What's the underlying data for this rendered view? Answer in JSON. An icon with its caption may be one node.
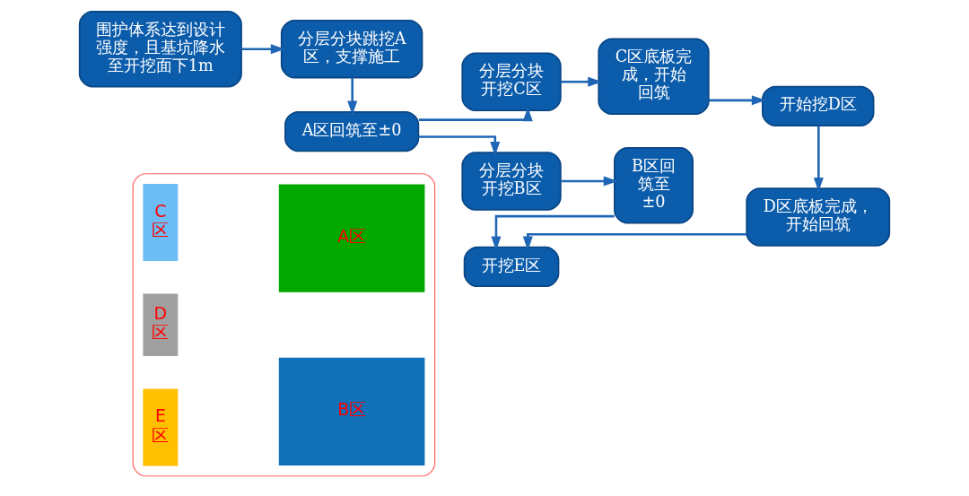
{
  "diagram": {
    "nodes": [
      {
        "text": [
          "围护体系达到设计强度，且基坑降水至开挖面下1m"
        ]
      },
      {
        "text": [
          "分层分块跳挖A区，支撑施工"
        ]
      },
      {
        "text": [
          "A区回筑至±0"
        ]
      },
      {
        "text": [
          "分层分块开挖C区"
        ]
      },
      {
        "text": [
          "C区底板完成，开始回筑"
        ]
      },
      {
        "text": [
          "开始挖D区"
        ]
      },
      {
        "text": [
          "分层分块开挖B区"
        ]
      },
      {
        "text": [
          "B区回筑至±0"
        ]
      },
      {
        "text": [
          "D区底板完成，开始回筑"
        ]
      },
      {
        "text": [
          "开挖E区"
        ]
      },
      {
        "text": [],
        "shape": "picture"
      },
      {
        "text": [
          "C区"
        ],
        "in": 10
      },
      {
        "text": [
          "D区"
        ],
        "in": 10
      },
      {
        "text": [
          "E区"
        ],
        "in": 10
      },
      {
        "text": [
          "A区"
        ],
        "in": 10
      },
      {
        "text": [
          "B区"
        ],
        "in": 10
      }
    ],
    "edges": [
      {
        "from": 0,
        "to": 1,
        "arrow": "to"
      },
      {
        "from": 1,
        "to": 2,
        "arrow": "to"
      },
      {
        "from": 2,
        "to": 3,
        "arrow": "to"
      },
      {
        "from": 2,
        "to": 6,
        "arrow": "to"
      },
      {
        "from": 3,
        "to": 4,
        "arrow": "to"
      },
      {
        "from": 4,
        "to": 5,
        "arrow": "to"
      },
      {
        "from": 5,
        "to": 8,
        "arrow": "to"
      },
      {
        "from": 6,
        "to": 7,
        "arrow": "to"
      },
      {
        "from": 7,
        "to": 9,
        "arrow": "to"
      },
      {
        "from": 8,
        "to": 9,
        "arrow": "to"
      }
    ]
  }
}
